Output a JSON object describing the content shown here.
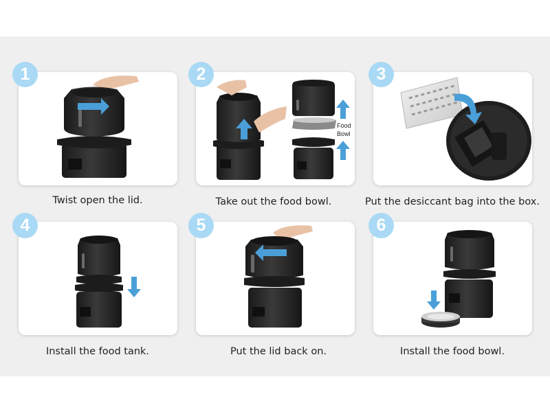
{
  "colors": {
    "background": "#efefef",
    "card": "#ffffff",
    "badge": "#a9d9f4",
    "arrow": "#4a9fd8",
    "device": "#2a2a2a",
    "caption": "#222222"
  },
  "steps": [
    {
      "number": "1",
      "caption": "Twist open the lid.",
      "icon": "device-lid-twist-open"
    },
    {
      "number": "2",
      "caption": "Take out the food bowl.",
      "icon": "device-remove-bowl",
      "label_line1": "Food",
      "label_line2": "Bowl"
    },
    {
      "number": "3",
      "caption": "Put the desiccant bag into the box.",
      "icon": "desiccant-bag-into-lid"
    },
    {
      "number": "4",
      "caption": "Install the food tank.",
      "icon": "device-install-tank"
    },
    {
      "number": "5",
      "caption": "Put the lid back on.",
      "icon": "device-lid-back-on"
    },
    {
      "number": "6",
      "caption": "Install the food bowl.",
      "icon": "device-install-bowl"
    }
  ]
}
